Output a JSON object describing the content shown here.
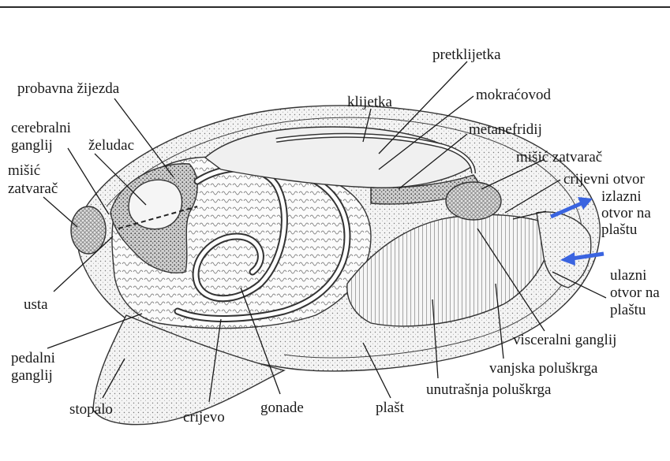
{
  "diagram": {
    "labels": {
      "probavna_zijezda": "probavna žijezda",
      "cerebralni_ganglij_1": "cerebralni",
      "cerebralni_ganglij_2": "ganglij",
      "zeludac": "želudac",
      "misic_zatvarac_left_1": "mišić",
      "misic_zatvarac_left_2": "zatvarač",
      "usta": "usta",
      "pedalni_ganglij_1": "pedalni",
      "pedalni_ganglij_2": "ganglij",
      "stopalo": "stopalo",
      "crijevo": "crijevo",
      "gonade": "gonade",
      "plast": "plašt",
      "unutrasnja_poluskrga": "unutrašnja poluškrga",
      "vanjska_poluskrga": "vanjska poluškrga",
      "visceralni_ganglij": "visceralni ganglij",
      "ulazni_otvor_1": "ulazni",
      "ulazni_otvor_2": "otvor na",
      "ulazni_otvor_3": "plaštu",
      "izlazni_otvor_1": "izlazni",
      "izlazni_otvor_2": "otvor na",
      "izlazni_otvor_3": "plaštu",
      "crijevni_otvor": "crijevni otvor",
      "misic_zatvarac_right": "mišić zatvarač",
      "metanefridij": "metanefridij",
      "mokracovod": "mokraćovod",
      "klijetka": "klijetka",
      "pretklijetka": "pretklijetka"
    },
    "colors": {
      "arrow": "#3a64e0",
      "line": "#1a1a1a"
    }
  }
}
